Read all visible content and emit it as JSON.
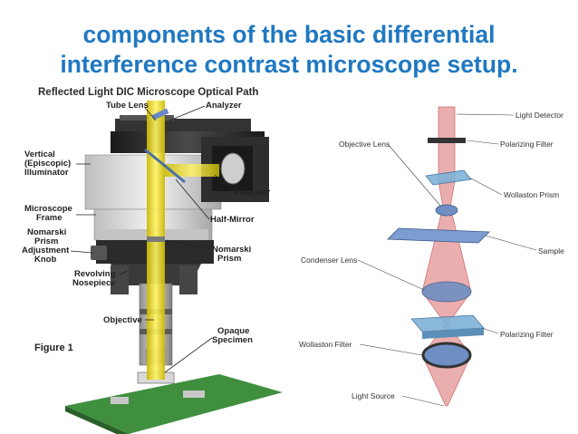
{
  "slide": {
    "title_line1": "components of the basic differential",
    "title_line2": "interference contrast microscope setup."
  },
  "left_figure": {
    "heading": "Reflected Light DIC Microscope Optical Path",
    "figure_label": "Figure 1",
    "labels": {
      "tube_lens": "Tube Lens",
      "analyzer": "Analyzer",
      "vertical_illuminator": [
        "Vertical",
        "(Episcopic)",
        "Illuminator"
      ],
      "polarizer": "Polarizer",
      "microscope_frame": [
        "Microscope",
        "Frame"
      ],
      "half_mirror": "Half-Mirror",
      "nomarski_adjust": [
        "Nomarski",
        "Prism",
        "Adjustment",
        "Knob"
      ],
      "nomarski_prism": [
        "Nomarski",
        "Prism"
      ],
      "revolving_nosepiece": [
        "Revolving",
        "Nosepiece"
      ],
      "objective": "Objective",
      "opaque_specimen": [
        "Opaque",
        "Specimen"
      ]
    },
    "colors": {
      "beam": "#f2e600",
      "body_dark": "#2a2a2a",
      "body_light": "#d9d9d9",
      "board": "#3f8f3f"
    }
  },
  "right_figure": {
    "labels": {
      "light_detector": "Light Detector",
      "polarizing_filter_top": "Polarizing Filter",
      "objective_lens": "Objective Lens",
      "wollaston_prism": "Wollaston Prism",
      "sample": "Sample",
      "condenser_lens": "Condenser Lens",
      "polarizing_filter_bottom": "Polarizing Filter",
      "wollaston_filter": "Wollaston Filter",
      "light_source": "Light Source"
    },
    "colors": {
      "beam": "#e8a0a0",
      "beam_stroke": "#c55b5b",
      "optic": "#6f8fc4",
      "prism": "#7fb2d8"
    }
  }
}
